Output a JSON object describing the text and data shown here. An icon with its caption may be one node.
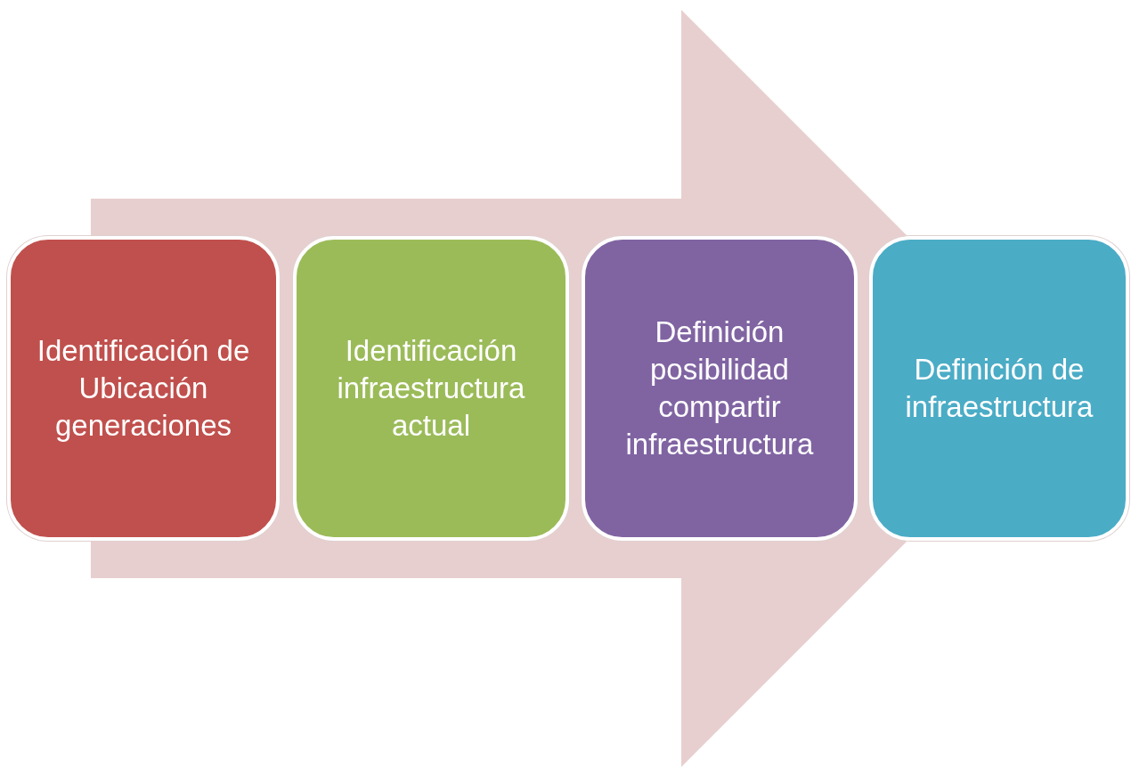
{
  "diagram": {
    "nodes": [
      {
        "text": [
          "Identificación de Ubicación generaciones"
        ]
      },
      {
        "text": [
          "Identificación infraestructura actual"
        ]
      },
      {
        "text": [
          "Definición posibilidad compartir infraestructura"
        ]
      },
      {
        "text": [
          "Definición de infraestructura"
        ]
      }
    ],
    "edges": [
      {
        "from": 0,
        "to": 3,
        "arrow": "to"
      }
    ]
  }
}
